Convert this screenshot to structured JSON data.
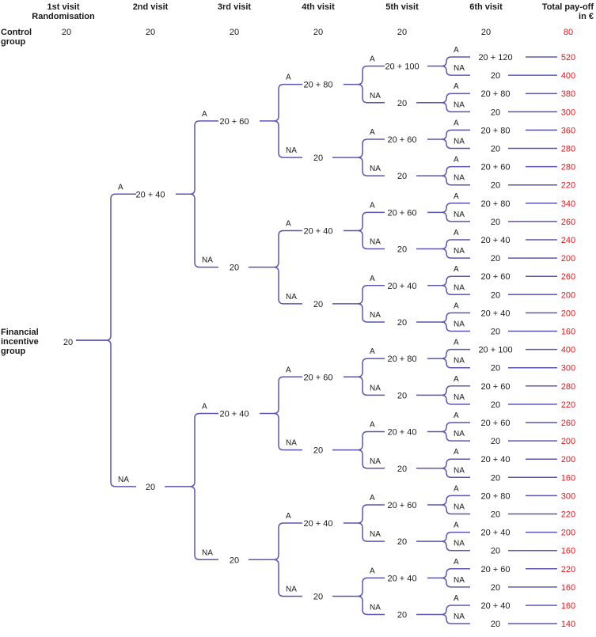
{
  "headers": {
    "visit1_line1": "1st visit",
    "visit1_line2": "Randomisation",
    "visit2": "2nd visit",
    "visit3": "3rd visit",
    "visit4": "4th visit",
    "visit5": "5th visit",
    "visit6": "6th visit",
    "payoff_line1": "Total pay-off",
    "payoff_line2": "in €"
  },
  "control_group": {
    "label_line1": "Control",
    "label_line2": "group",
    "values": [
      "20",
      "20",
      "20",
      "20",
      "20",
      "20"
    ],
    "total": "80"
  },
  "incentive_group": {
    "label_line1": "Financial",
    "label_line2": "incentive",
    "label_line3": "group",
    "root_value": "20"
  },
  "branch_labels": {
    "accepted": "A",
    "not_accepted": "NA"
  },
  "tree": {
    "v2": [
      "20 + 40",
      "20"
    ],
    "v3": [
      "20 + 60",
      "20",
      "20 + 40",
      "20"
    ],
    "v4": [
      "20 + 80",
      "20",
      "20 + 40",
      "20",
      "20 + 60",
      "20",
      "20 + 40",
      "20"
    ],
    "v5": [
      "20 + 100",
      "20",
      "20 + 60",
      "20",
      "20 + 60",
      "20",
      "20 + 40",
      "20",
      "20 + 80",
      "20",
      "20 + 40",
      "20",
      "20 + 60",
      "20",
      "20 + 40",
      "20"
    ],
    "v6": [
      "20 + 120",
      "20",
      "20 + 80",
      "20",
      "20 + 80",
      "20",
      "20 + 60",
      "20",
      "20 + 80",
      "20",
      "20 + 40",
      "20",
      "20 + 60",
      "20",
      "20 + 40",
      "20",
      "20 + 100",
      "20",
      "20 + 60",
      "20",
      "20 + 60",
      "20",
      "20 + 40",
      "20",
      "20 + 80",
      "20",
      "20 + 40",
      "20",
      "20 + 60",
      "20",
      "20 + 40",
      "20"
    ],
    "payoffs": [
      "520",
      "400",
      "380",
      "300",
      "360",
      "280",
      "280",
      "220",
      "340",
      "260",
      "240",
      "200",
      "260",
      "200",
      "200",
      "160",
      "400",
      "300",
      "280",
      "220",
      "260",
      "200",
      "200",
      "160",
      "300",
      "220",
      "200",
      "160",
      "220",
      "160",
      "160",
      "140"
    ]
  },
  "colors": {
    "tree_line": "#5b55b0",
    "payoff_text": "#e8141d",
    "text": "#1a1a1a"
  }
}
